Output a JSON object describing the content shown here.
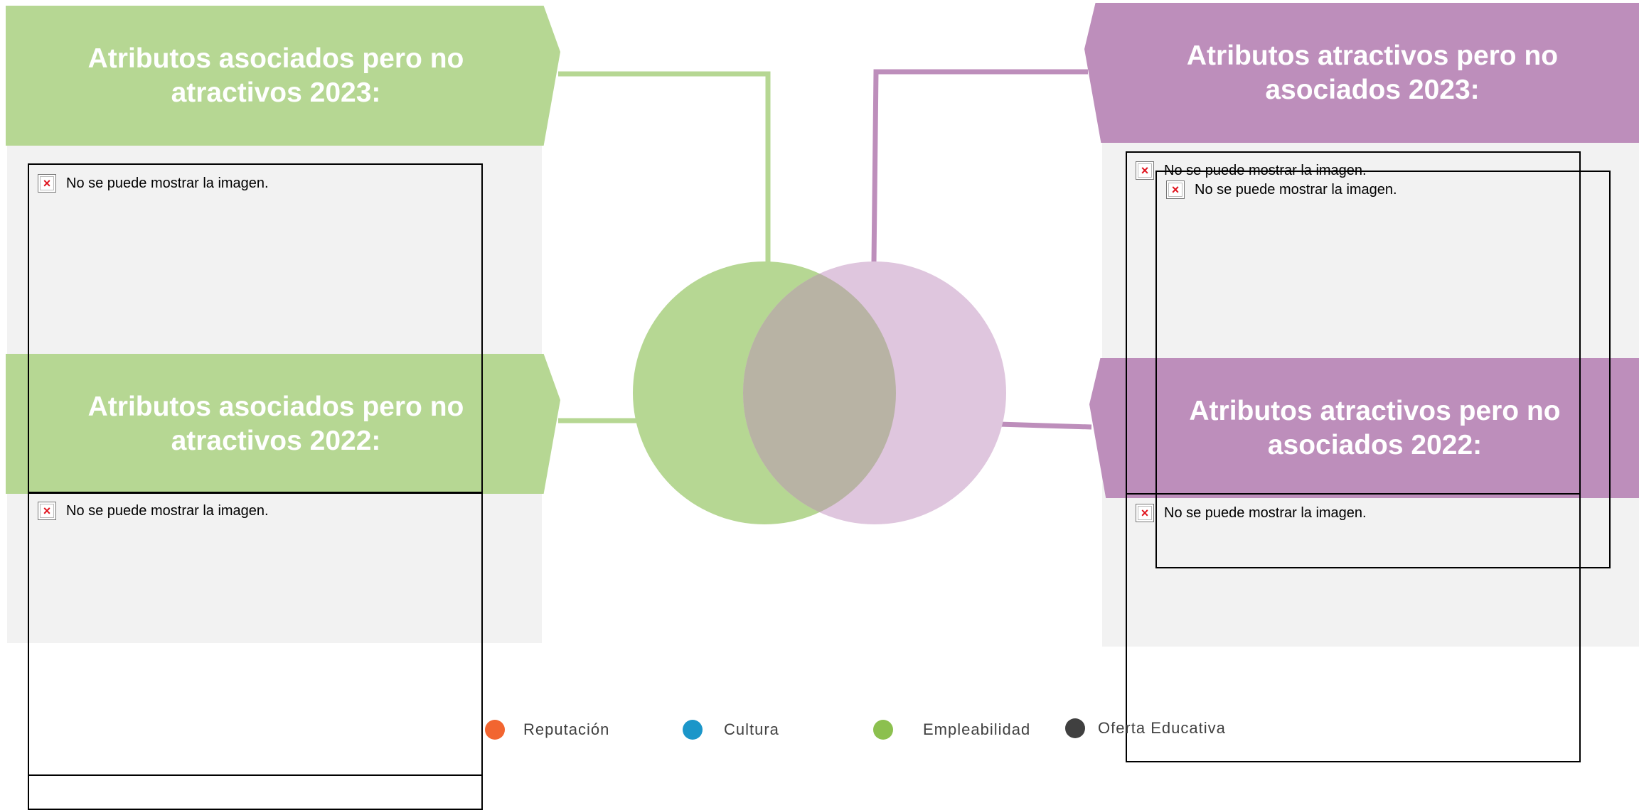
{
  "headers": {
    "green_2023": "Atributos asociados pero no\natractivos 2023:",
    "green_2022": "Atributos asociados pero no\natractivos 2022:",
    "purple_2023": "Atributos atractivos pero no\nasociados 2023:",
    "purple_2022": "Atributos atractivos pero no\nasociados 2022:"
  },
  "broken_image_text": "No se puede mostrar la imagen.",
  "broken_icon": "broken-image-icon",
  "legend": [
    {
      "label": "Reputación",
      "color": "#f26530"
    },
    {
      "label": "Cultura",
      "color": "#1b96c9"
    },
    {
      "label": "Empleabilidad",
      "color": "#8cc04f"
    },
    {
      "label": "Oferta Educativa",
      "color": "#404040"
    }
  ],
  "colors": {
    "green": "#b6d793",
    "purple": "#bd8ebb",
    "purple_light": "#dfc6de",
    "overlap": "#b8b3a4",
    "panel": "#f2f2f2"
  }
}
